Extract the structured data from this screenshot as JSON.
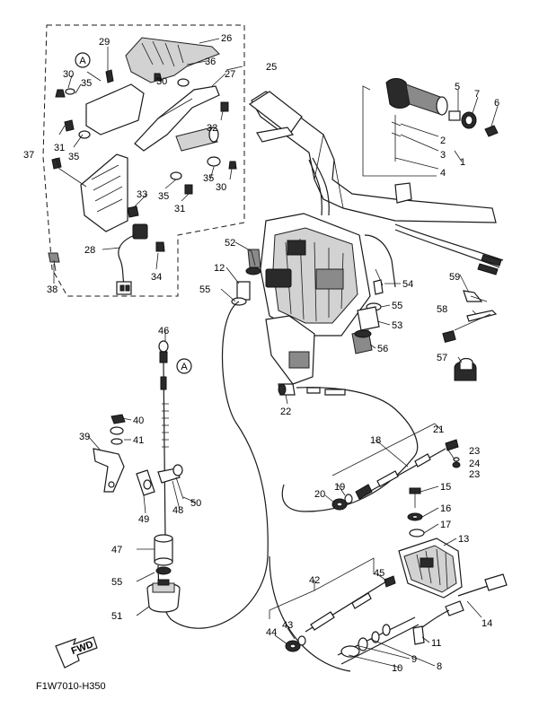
{
  "reference_code": "F1W7010-H350",
  "direction_arrow": {
    "label": "FWD"
  },
  "connection_marker": {
    "letter": "A"
  },
  "callouts": {
    "p1": "1",
    "p2": "2",
    "p3": "3",
    "p4": "4",
    "p5": "5",
    "p6": "6",
    "p7": "7",
    "p8": "8",
    "p9": "9",
    "p10": "10",
    "p11": "11",
    "p12": "12",
    "p13": "13",
    "p14": "14",
    "p15": "15",
    "p16": "16",
    "p17": "17",
    "p18": "18",
    "p19": "19",
    "p20": "20",
    "p21": "21",
    "p22": "22",
    "p23a": "23",
    "p23b": "23",
    "p24": "24",
    "p25": "25",
    "p26": "26",
    "p27": "27",
    "p28": "28",
    "p29": "29",
    "p30a": "30",
    "p30b": "30",
    "p30c": "30",
    "p31a": "31",
    "p31b": "31",
    "p32": "32",
    "p33": "33",
    "p34": "34",
    "p35a": "35",
    "p35b": "35",
    "p35c": "35",
    "p35d": "35",
    "p36": "36",
    "p37": "37",
    "p38": "38",
    "p39": "39",
    "p40": "40",
    "p41": "41",
    "p42": "42",
    "p43": "43",
    "p44": "44",
    "p45": "45",
    "p46": "46",
    "p47": "47",
    "p48": "48",
    "p49": "49",
    "p50": "50",
    "p51": "51",
    "p52": "52",
    "p53": "53",
    "p54": "54",
    "p55a": "55",
    "p55b": "55",
    "p55c": "55",
    "p56": "56",
    "p57": "57",
    "p58": "58",
    "p59": "59"
  }
}
